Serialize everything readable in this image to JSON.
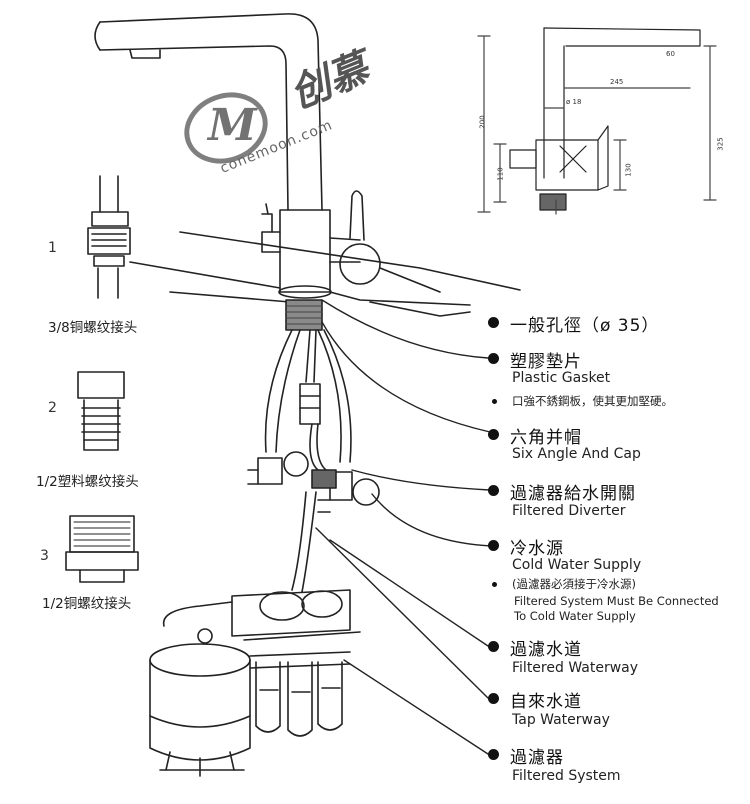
{
  "brand": {
    "name": "创慕",
    "site": "conemoon.com"
  },
  "fittings": [
    {
      "number": "1",
      "label": "3/8铜螺纹接头"
    },
    {
      "number": "2",
      "label": "1/2塑料螺纹接头"
    },
    {
      "number": "3",
      "label": "1/2铜螺纹接头"
    }
  ],
  "callouts": [
    {
      "zh": "一般孔徑（ø 35）",
      "en": ""
    },
    {
      "zh": "塑膠墊片",
      "en": "Plastic Gasket",
      "note": "口強不銹鋼板，使其更加堅硬。"
    },
    {
      "zh": "六角并帽",
      "en": "Six Angle And Cap"
    },
    {
      "zh": "過濾器給水開關",
      "en": "Filtered Diverter"
    },
    {
      "zh": "冷水源",
      "en": "Cold Water Supply",
      "note_zh": "(過濾器必須接于冷水源)",
      "note_en1": "Filtered System Must Be Connected",
      "note_en2": "To Cold Water Supply"
    },
    {
      "zh": "過濾水道",
      "en": "Filtered Waterway"
    },
    {
      "zh": "自來水道",
      "en": "Tap Waterway"
    },
    {
      "zh": "過濾器",
      "en": "Filtered System"
    }
  ],
  "dims": [
    "60",
    "245",
    "ø 18",
    "200",
    "325",
    "130",
    "110"
  ]
}
